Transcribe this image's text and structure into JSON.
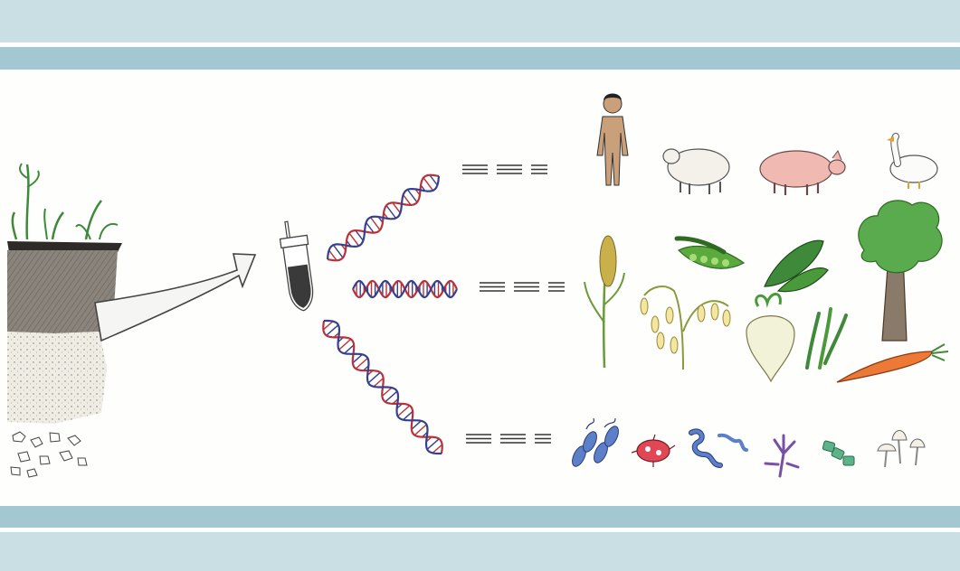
{
  "colors": {
    "band_light": "#c9dfe3",
    "band_mid": "#a4c8d1",
    "dna_red": "#b8323b",
    "dna_blue": "#35408e",
    "soil_dark": "#3e3a36",
    "grass": "#3f8a3a",
    "skin": "#c9a07a",
    "pig": "#f0b9b2",
    "plant_green": "#4a9a3c",
    "carrot": "#ec7a36",
    "microbe_blue": "#5b80c8",
    "microbe_red": "#e04855",
    "microbe_purple": "#7a4fa8",
    "microbe_green": "#5bb38a"
  },
  "diagram": {
    "rows": [
      "animals",
      "plants",
      "microbes"
    ],
    "icons": {
      "soil": "soil-profile-icon",
      "arrow": "extraction-arrow-icon",
      "tube": "sample-tube-icon",
      "dna": "dna-helix-icon",
      "match": "sequence-match-icon",
      "animals": [
        "human-icon",
        "sheep-icon",
        "pig-icon",
        "goose-icon"
      ],
      "plants": [
        "wheat-icon",
        "oat-icon",
        "pea-pod-icon",
        "cucumber-icon",
        "tree-icon",
        "turnip-icon",
        "green-bean-icon",
        "carrot-icon"
      ],
      "microbes": [
        "bacteria-chain-icon",
        "bacterium-icon",
        "spirochete-icon",
        "fungal-hyphae-icon",
        "filament-icon",
        "mushroom-icon"
      ]
    }
  }
}
